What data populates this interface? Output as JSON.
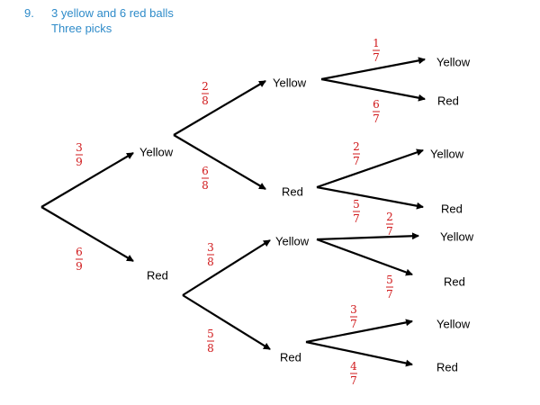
{
  "header": {
    "number": "9.",
    "title": "3 yellow and 6 red balls",
    "subtitle": "Three picks"
  },
  "colors": {
    "header": "#2e8bc9",
    "fraction": "#d0191b",
    "line": "#000000"
  },
  "tree": {
    "level1": [
      {
        "outcome": "Yellow",
        "prob": {
          "num": "3",
          "den": "9"
        }
      },
      {
        "outcome": "Red",
        "prob": {
          "num": "6",
          "den": "9"
        }
      }
    ],
    "level2": [
      {
        "outcome": "Yellow",
        "prob": {
          "num": "2",
          "den": "8"
        }
      },
      {
        "outcome": "Red",
        "prob": {
          "num": "6",
          "den": "8"
        }
      },
      {
        "outcome": "Yellow",
        "prob": {
          "num": "3",
          "den": "8"
        }
      },
      {
        "outcome": "Red",
        "prob": {
          "num": "5",
          "den": "8"
        }
      }
    ],
    "level3": [
      {
        "outcome": "Yellow",
        "prob": {
          "num": "1",
          "den": "7"
        }
      },
      {
        "outcome": "Red",
        "prob": {
          "num": "6",
          "den": "7"
        }
      },
      {
        "outcome": "Yellow",
        "prob": {
          "num": "2",
          "den": "7"
        }
      },
      {
        "outcome": "Red",
        "prob": {
          "num": "5",
          "den": "7"
        }
      },
      {
        "outcome": "Yellow",
        "prob": {
          "num": "2",
          "den": "7"
        }
      },
      {
        "outcome": "Red",
        "prob": {
          "num": "5",
          "den": "7"
        }
      },
      {
        "outcome": "Yellow",
        "prob": {
          "num": "3",
          "den": "7"
        }
      },
      {
        "outcome": "Red",
        "prob": {
          "num": "4",
          "den": "7"
        }
      }
    ]
  }
}
